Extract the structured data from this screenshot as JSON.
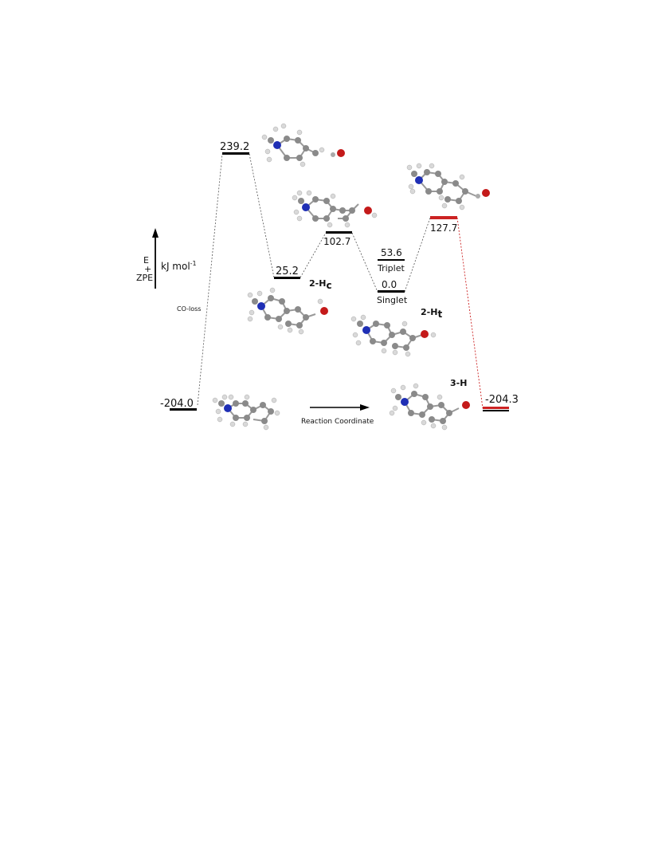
{
  "axis": {
    "y_label_main": "E",
    "y_label_plus": "+",
    "y_label_zpe": "ZPE",
    "unit_base": "kJ mol",
    "unit_exp": "-1",
    "x_label": "Reaction Coordinate"
  },
  "annotations": {
    "co_loss": "CO-loss"
  },
  "species": {
    "label_2hc_main": "2-H",
    "label_2hc_sub": "c",
    "label_2ht_main": "2-H",
    "label_2ht_sub": "t",
    "label_3h": "3-H"
  },
  "levels": [
    {
      "id": "reactant",
      "energy": "-204.0",
      "color": "#000000"
    },
    {
      "id": "ts1",
      "energy": "239.2",
      "color": "#000000"
    },
    {
      "id": "int_2hc",
      "energy": "25.2",
      "color": "#000000"
    },
    {
      "id": "ts2",
      "energy": "102.7",
      "color": "#000000"
    },
    {
      "id": "triplet",
      "energy": "53.6",
      "state": "Triplet",
      "color": "#000000"
    },
    {
      "id": "singlet",
      "energy": "0.0",
      "state": "Singlet",
      "color": "#000000"
    },
    {
      "id": "ts3",
      "energy": "127.7",
      "color": "#cc2222"
    },
    {
      "id": "product",
      "energy": "-204.3",
      "color": "#cc2222"
    }
  ],
  "colors": {
    "carbon": "#8a8a8a",
    "nitrogen": "#1f2fb5",
    "oxygen": "#c41a1a",
    "hydrogen": "#d9d9d9",
    "red_path": "#cc2222"
  }
}
